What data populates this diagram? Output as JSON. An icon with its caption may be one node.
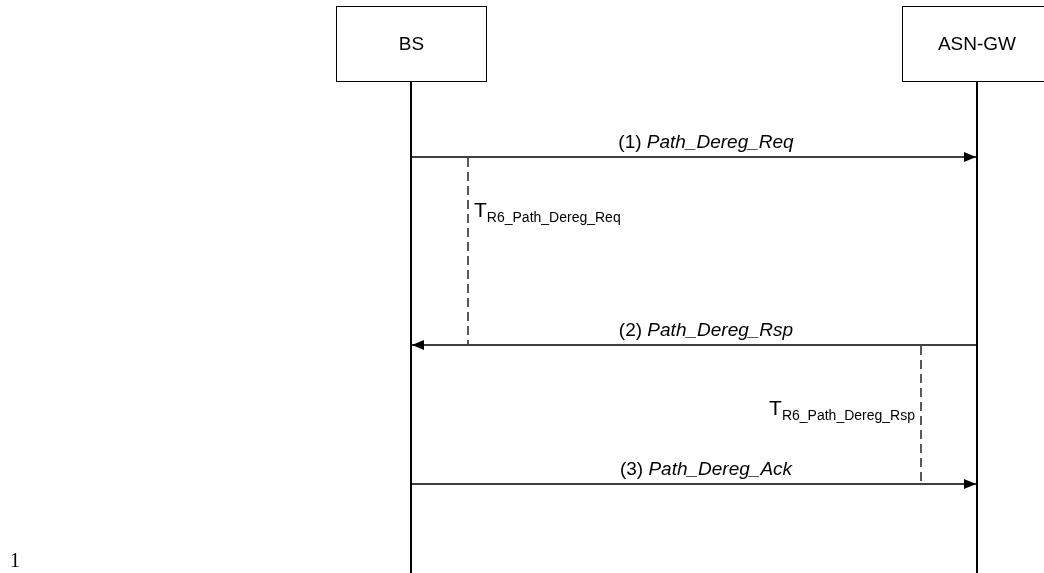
{
  "diagram": {
    "nodes": [
      {
        "text": [
          "BS"
        ]
      },
      {
        "text": [
          "ASN-GW"
        ]
      },
      {
        "text": [],
        "shape": "bar"
      },
      {
        "text": [],
        "shape": "bar"
      }
    ],
    "edges": [
      {
        "from": 2,
        "to": 3,
        "arrow": "to",
        "label": "(1) *Path_Dereg_Req*"
      },
      {
        "from": 3,
        "to": 2,
        "arrow": "to",
        "label": "(2) *Path_Dereg_Rsp*"
      },
      {
        "from": 2,
        "to": 3,
        "arrow": "to",
        "label": "(3) *Path_Dereg_Ack*"
      }
    ],
    "labels": [
      "T$_{R6_Path_Dereg_Req}$",
      "T$_{R6_Path_Dereg_Rsp}$",
      "1"
    ]
  }
}
